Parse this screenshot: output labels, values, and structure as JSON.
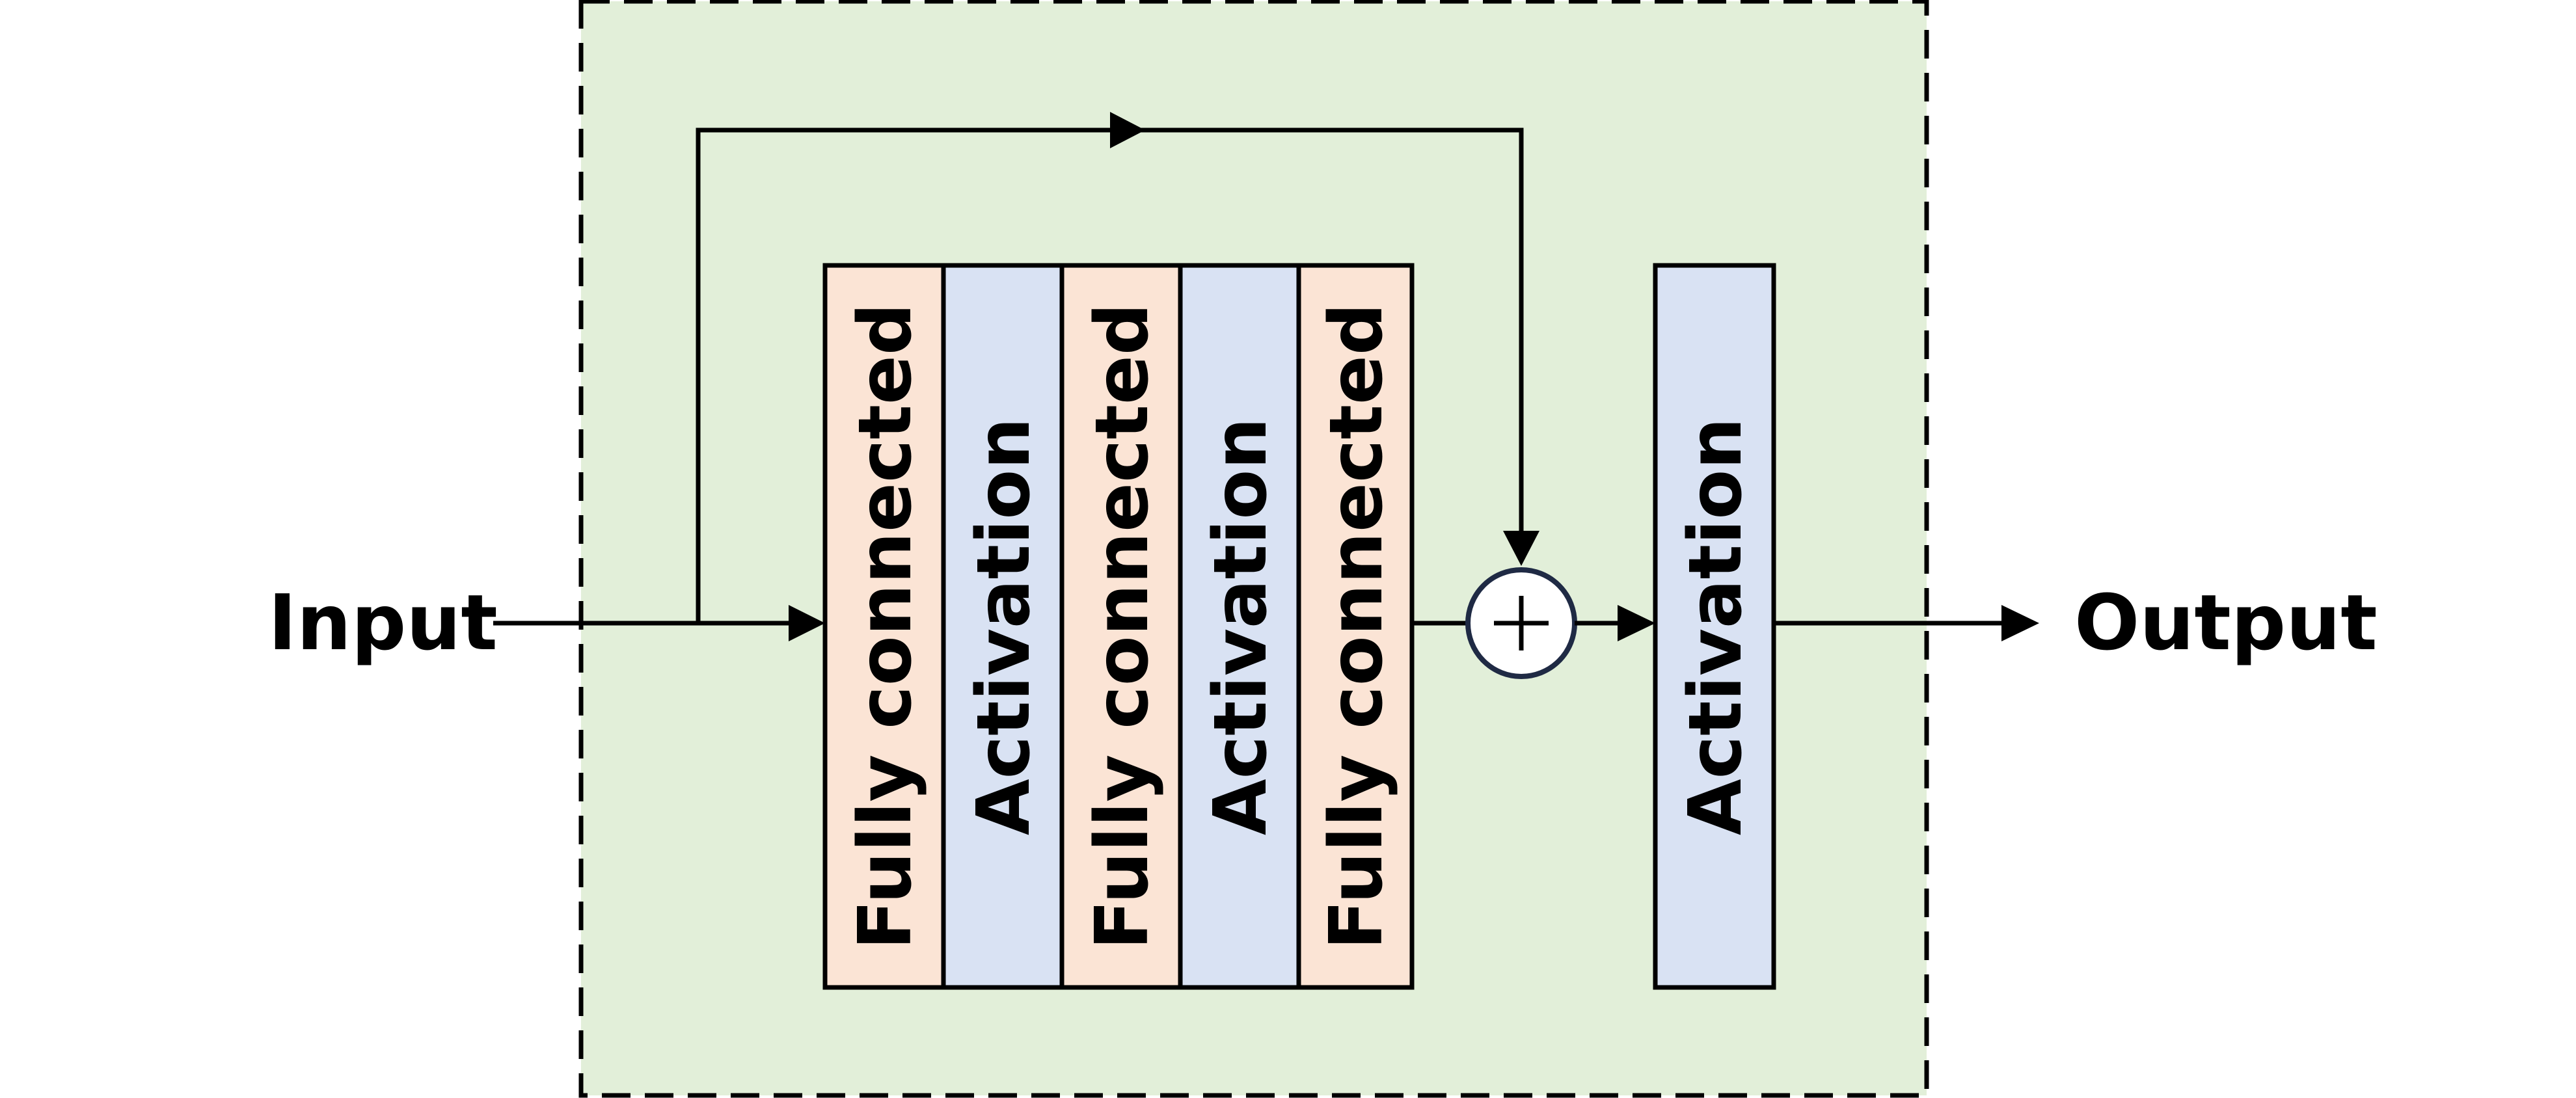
{
  "labels": {
    "input": "Input",
    "output": "Output",
    "fc1": "Fully connected",
    "act1": "Activation",
    "fc2": "Fully connected",
    "act2": "Activation",
    "fc3": "Fully connected",
    "act_out": "Activation",
    "sum_symbol": "+"
  },
  "colors": {
    "block_background": "#e2efd9",
    "fully_connected_fill": "#fbe4d5",
    "activation_fill": "#d9e2f3",
    "stroke": "#000000",
    "sum_node_border": "#1f2a44"
  }
}
